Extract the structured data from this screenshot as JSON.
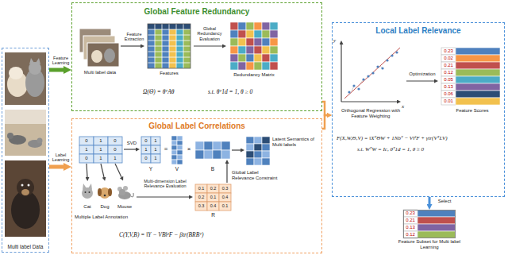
{
  "diagram": {
    "nodes": [
      {
        "text": [
          "Multi label Data"
        ]
      },
      {
        "text": [
          "Global Feature Redundancy"
        ]
      },
      {
        "text": [
          "Global Label Correlations"
        ]
      },
      {
        "text": [
          "Local Label Relevance"
        ]
      },
      {
        "text": [
          "Feature Subset for Multi label Learning"
        ]
      }
    ],
    "edges": [
      {
        "from": 0,
        "to": 1,
        "arrow": "to",
        "label": "Feature Learning"
      },
      {
        "from": 0,
        "to": 2,
        "arrow": "to",
        "label": "Label Learning"
      },
      {
        "from": 1,
        "to": 3,
        "arrow": "to"
      },
      {
        "from": 2,
        "to": 3,
        "arrow": "to"
      },
      {
        "from": 3,
        "to": 4,
        "arrow": "to",
        "label": "Select"
      }
    ],
    "labels": [
      "Multi label data",
      "Feature Extraction",
      "Features",
      "Global Redundancy Evaluation",
      "Redundancy Matrix",
      "Ω(Θ) = θᵀAθ",
      "s.t. θᵀ1d = 1, θ ≥ 0",
      "0",
      "1",
      "0",
      "1",
      "1",
      "0",
      "0",
      "1",
      "1",
      "SVD",
      "0",
      "1",
      "1",
      "1",
      "0",
      "1",
      "Y",
      "=",
      "V",
      "×",
      "B",
      "Latent Semantics of Multi labels",
      "Cat",
      "Dog",
      "Mouse",
      "Multiple Label Annotation",
      "Multi-dimension Label Relevance Evaluation",
      "Global Label Relevance Constraint",
      "0.1",
      "0.2",
      "0.3",
      "0.2",
      "0.1",
      "0.4",
      "0.3",
      "0.4",
      "0.1",
      "R",
      "C(Y,V,B) = ‖Y − VB‖²F − βtr(BRBᵀ)",
      "y",
      "x",
      "Orthogonal Regression with Feature Weighting",
      "Optimization",
      "0.23",
      "0.02",
      "0.21",
      "0.12",
      "0.05",
      "0.13",
      "0.06",
      "0.01",
      "Feature Scores",
      "F(X,W,Θ,V) = ‖XᵀΘW + 1Nbᵀ − V‖²F + γtr(VᵀLV)",
      "s.t. WᵀW = Ic, θᵀ1d = 1, θ ≥ 0",
      "0.23",
      "0.21",
      "0.13",
      "0.12"
    ]
  }
}
